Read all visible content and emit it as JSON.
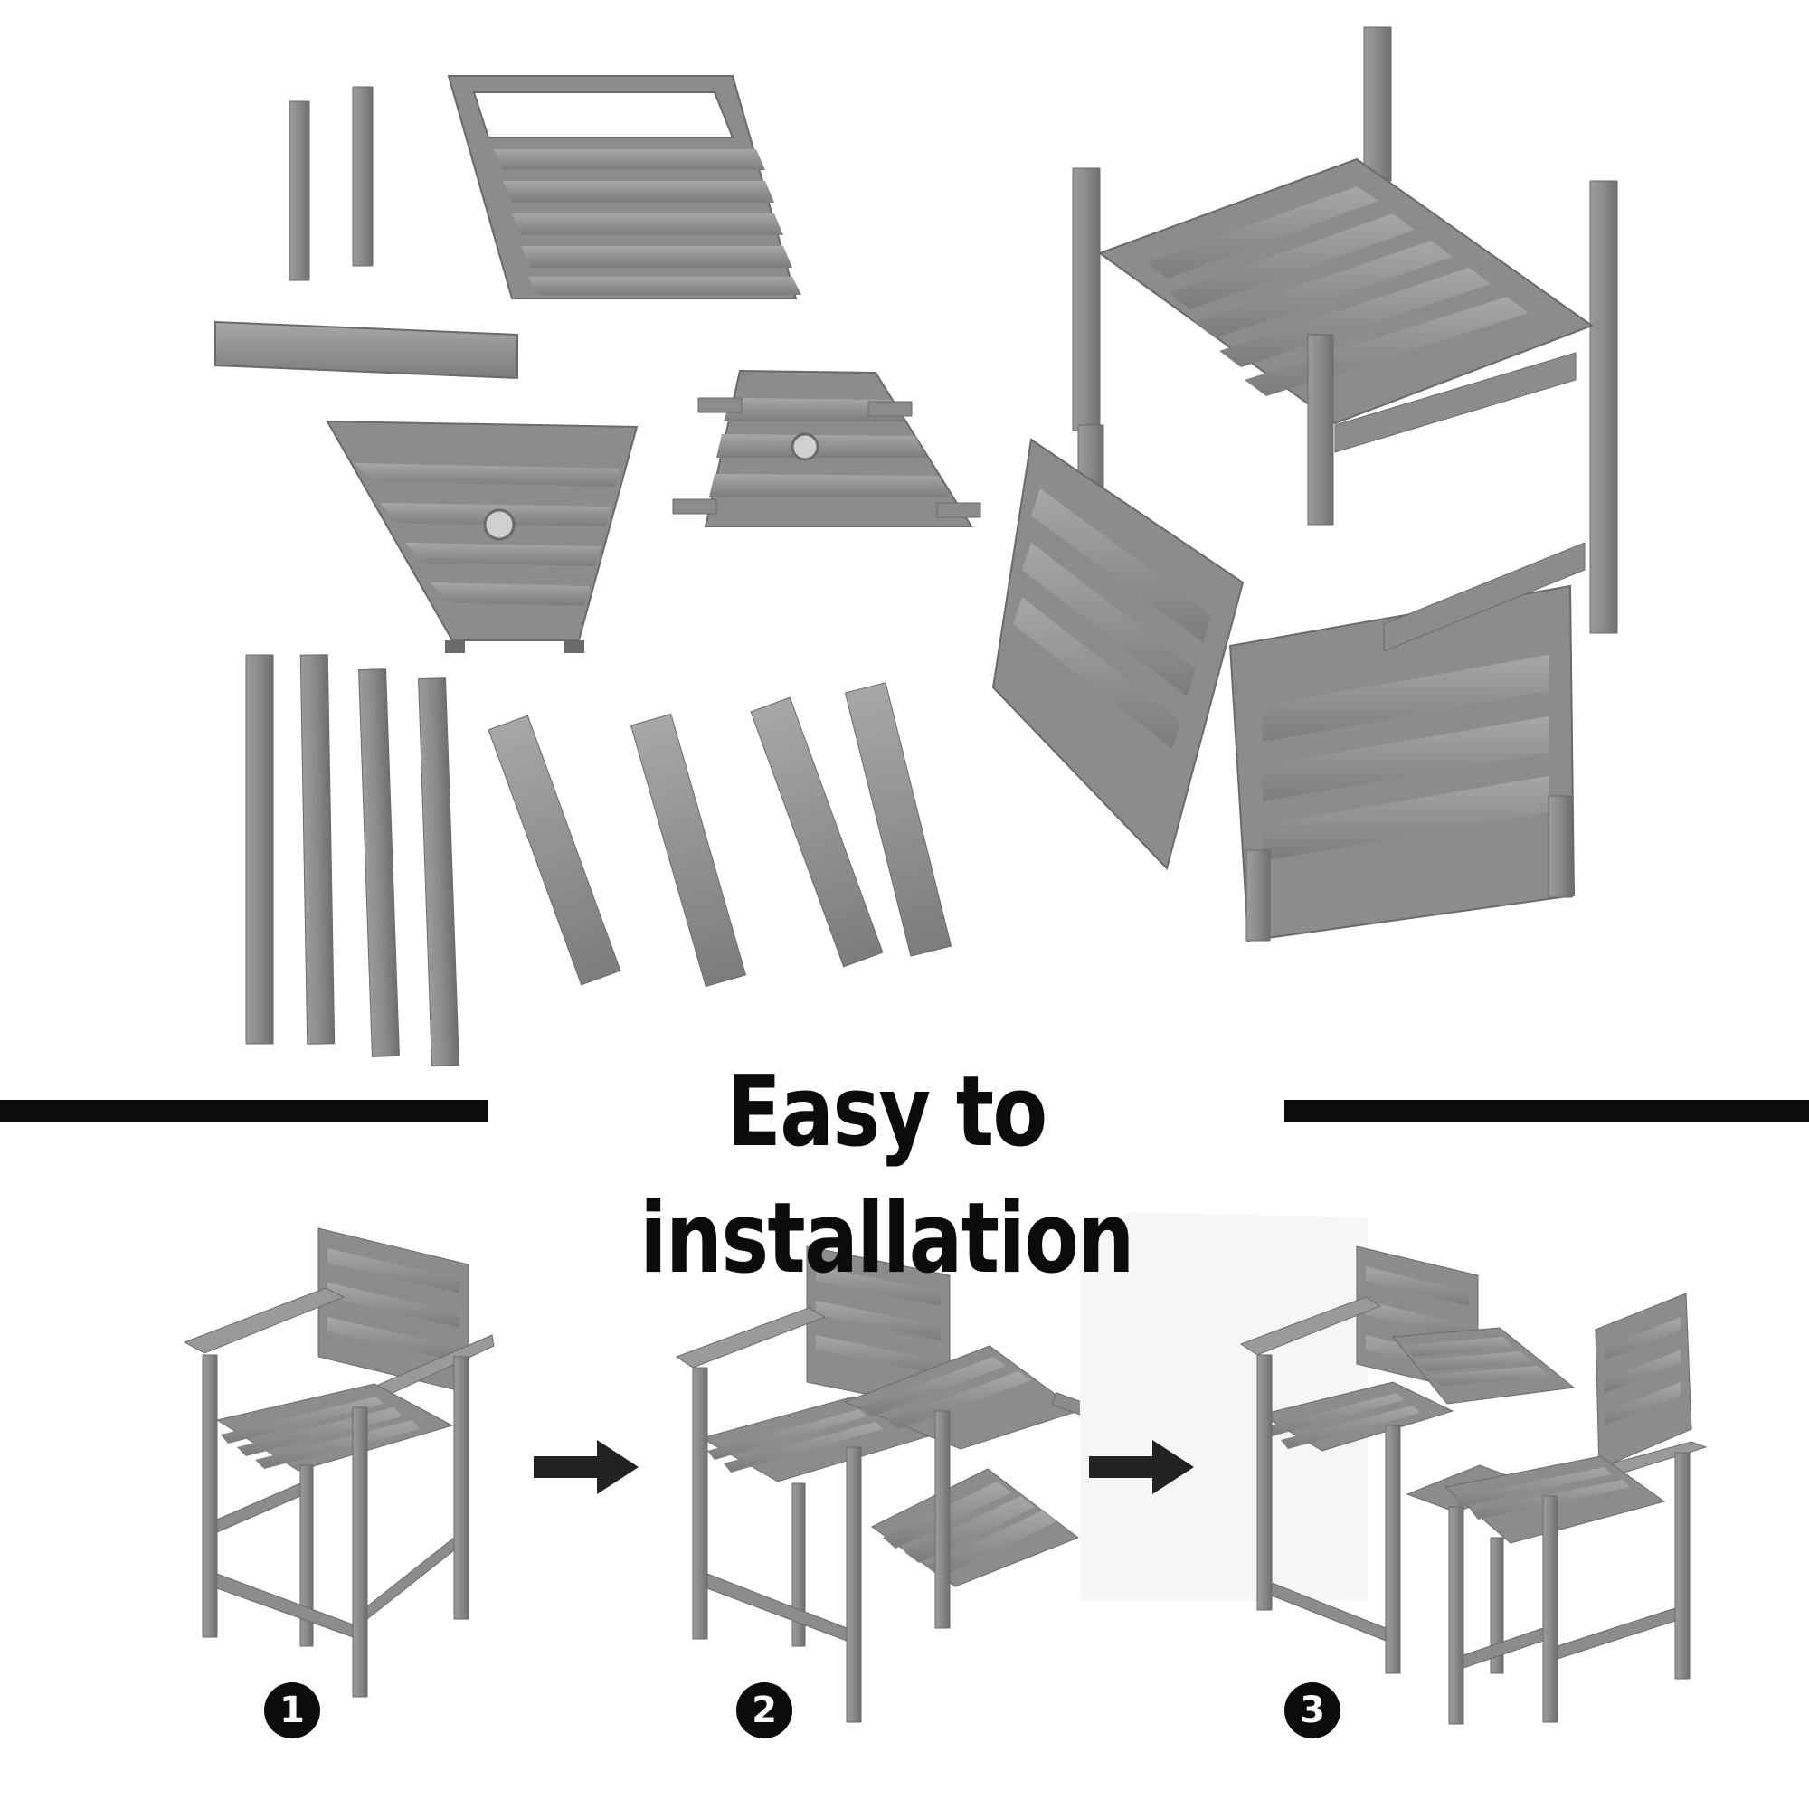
{
  "heading": "Easy to installation",
  "steps": [
    {
      "number": "1"
    },
    {
      "number": "2"
    },
    {
      "number": "3"
    }
  ],
  "colors": {
    "part_fill": "#8a8a8a",
    "part_light": "#a3a3a3",
    "part_dark": "#6b6b6b",
    "ink": "#0b0b0b"
  },
  "icons": {
    "step_arrow": "right-arrow-icon"
  }
}
